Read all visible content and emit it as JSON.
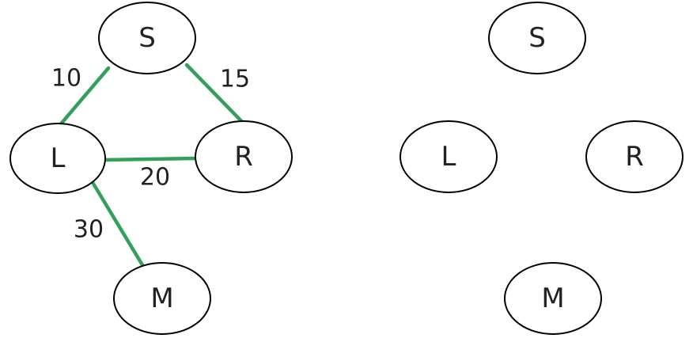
{
  "colors": {
    "edge": "#33a05a",
    "node_stroke": "#000000",
    "node_fill": "#ffffff",
    "text": "#222222"
  },
  "graphs": [
    {
      "id": "weighted",
      "nodes": [
        {
          "id": "S",
          "label": "S"
        },
        {
          "id": "L",
          "label": "L"
        },
        {
          "id": "R",
          "label": "R"
        },
        {
          "id": "M",
          "label": "M"
        }
      ],
      "edges": [
        {
          "from": "S",
          "to": "L",
          "weight": "10"
        },
        {
          "from": "S",
          "to": "R",
          "weight": "15"
        },
        {
          "from": "L",
          "to": "R",
          "weight": "20"
        },
        {
          "from": "L",
          "to": "M",
          "weight": "30"
        }
      ]
    },
    {
      "id": "unconnected",
      "nodes": [
        {
          "id": "S",
          "label": "S"
        },
        {
          "id": "L",
          "label": "L"
        },
        {
          "id": "R",
          "label": "R"
        },
        {
          "id": "M",
          "label": "M"
        }
      ],
      "edges": []
    }
  ]
}
